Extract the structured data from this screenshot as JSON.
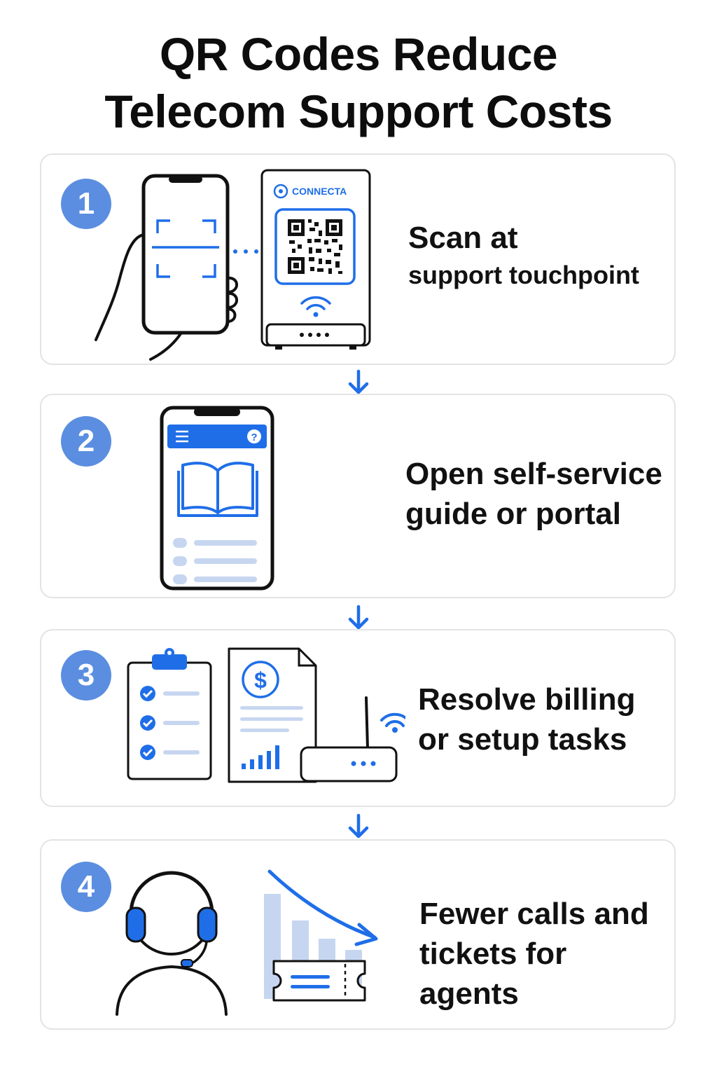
{
  "title": {
    "line1": "QR Codes Reduce",
    "line2": "Telecom Support Costs"
  },
  "accent_color": "#1f6ee8",
  "badge_color": "#5b8ee0",
  "steps": [
    {
      "number": "1",
      "line1": "Scan at",
      "line2": "support touchpoint",
      "illustration": "hand-holding-phone-scanning-qr-icon",
      "brand_label": "CONNECTA"
    },
    {
      "number": "2",
      "line1": "Open self-service",
      "line2": "guide or portal",
      "illustration": "phone-showing-guide-book-icon"
    },
    {
      "number": "3",
      "line1": "Resolve billing",
      "line2": "or setup tasks",
      "illustration": "checklist-invoice-router-icon",
      "invoice_symbol": "$"
    },
    {
      "number": "4",
      "line1": "Fewer calls and",
      "line2": "tickets for agents",
      "illustration": "agent-headset-declining-chart-ticket-icon"
    }
  ]
}
